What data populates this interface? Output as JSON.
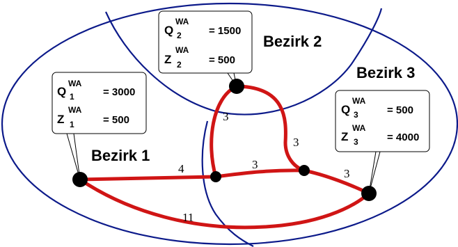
{
  "colors": {
    "boundary": "#0c1a8a",
    "route": "#d01515",
    "node": "#000000"
  },
  "districts": [
    {
      "id": "d1",
      "label": "Bezirk 1"
    },
    {
      "id": "d2",
      "label": "Bezirk 2"
    },
    {
      "id": "d3",
      "label": "Bezirk 3"
    }
  ],
  "boxes": [
    {
      "id": "1",
      "q_sym": "Q",
      "q_sup": "WA",
      "q_sub": "1",
      "q_val": "= 3000",
      "z_sym": "Z",
      "z_sup": "WA",
      "z_sub": "1",
      "z_val": "= 500"
    },
    {
      "id": "2",
      "q_sym": "Q",
      "q_sup": "WA",
      "q_sub": "2",
      "q_val": "= 1500",
      "z_sym": "Z",
      "z_sup": "WA",
      "z_sub": "2",
      "z_val": "= 500"
    },
    {
      "id": "3",
      "q_sym": "Q",
      "q_sup": "WA",
      "q_sub": "3",
      "q_val": "= 500",
      "z_sym": "Z",
      "z_sup": "WA",
      "z_sub": "3",
      "z_val": "= 4000"
    }
  ],
  "edges": [
    {
      "id": "n1-n4",
      "weight": "4"
    },
    {
      "id": "n4-n5",
      "weight": "3"
    },
    {
      "id": "n5-n3",
      "weight": "3"
    },
    {
      "id": "n2-n4",
      "weight": "3"
    },
    {
      "id": "n2-n5",
      "weight": "3"
    },
    {
      "id": "n1-n3",
      "weight": "11"
    }
  ]
}
